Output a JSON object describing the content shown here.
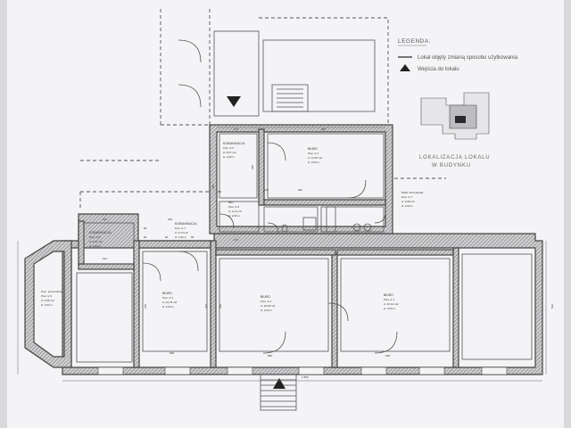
{
  "legend": {
    "title": "LEGENDA:",
    "item_line": "Lokal objęty zmianą sposobu użytkowania",
    "item_entrance": "Wejścia do lokalu"
  },
  "location": {
    "line1": "LOKALIZACJA LOKALU",
    "line2": "W BUDYNKU"
  },
  "rooms": {
    "komunikacja_top": {
      "name": "KOMUNIKACJA",
      "num": "Pom nr 5",
      "area": "A: 8,57 m2",
      "height": "H: 2,63 m"
    },
    "biuro4": {
      "name": "BIURO",
      "num": "Pom nr 4",
      "area": "A: 14,97 m2",
      "height": "H: 2,63 m"
    },
    "wc": {
      "name": "WC",
      "num": "Pom nr 6",
      "area": "A: 3,14 m2",
      "height": "H: 2,63 m"
    },
    "socjalne": {
      "name": "POM. SOCJALNE",
      "num": "Pom nr 7",
      "area": "A: 3,98 m2",
      "height": "H: 2,63 m"
    },
    "komunikacja_left": {
      "name": "KOMUNIKACJA",
      "num": "Pom nr 8",
      "area": "A: 4,57 m2",
      "height": "H: 2,63 m"
    },
    "komunikacja_mid": {
      "name": "KOMUNIKACJA",
      "num": "Pom nr 7",
      "area": "A: 3,73 m2",
      "height": "H: 2,63 m"
    },
    "pomocnicze": {
      "name": "Pom. pomocnicze",
      "num": "Pom nr 9",
      "area": "A: 3,86 m2",
      "height": "H: 2,63 m"
    },
    "biuro3": {
      "name": "BIURO",
      "num": "Pom nr 3",
      "area": "A: 10,79 m2",
      "height": "H: 2,63 m"
    },
    "biuro2": {
      "name": "BIURO",
      "num": "Pom nr 2",
      "area": "A: 18,18 m2",
      "height": "H: 2,63 m"
    },
    "biuro1": {
      "name": "BIURO",
      "num": "Pom nr 1",
      "area": "A: 16,14 m2",
      "height": "H: 2,63 m"
    }
  },
  "dimensions": {
    "d170": "170",
    "d260": "260",
    "d405": "405",
    "d382": "382",
    "d214": "214",
    "d246": "246",
    "d221": "221",
    "d176": "176",
    "d470": "470",
    "d422": "422",
    "d350": "350",
    "d518": "518",
    "d522": "522",
    "d548": "548",
    "d586": "586",
    "d805": "1 805",
    "d90a": "90",
    "d90b": "90",
    "d60": "60",
    "d80": "80",
    "d222": "222",
    "d281": "281"
  }
}
